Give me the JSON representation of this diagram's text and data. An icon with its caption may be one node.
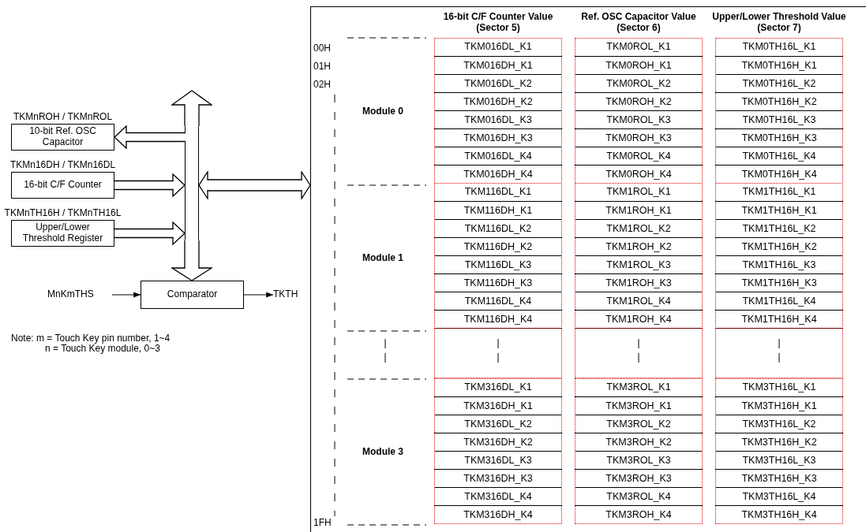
{
  "diagram": {
    "nodes": [
      {
        "text": [
          "10-bit Ref. OSC Capacitor"
        ],
        "beside": [
          "TKMnROH / TKMnROL"
        ]
      },
      {
        "text": [
          "16-bit C/F Counter"
        ],
        "beside": [
          "TKMn16DH / TKMn16DL"
        ]
      },
      {
        "text": [
          "Upper/Lower Threshold Register"
        ],
        "beside": [
          "TKMnTH16H / TKMnTH16L"
        ]
      },
      {
        "text": [],
        "shape": "bar"
      },
      {
        "text": [
          "Comparator"
        ]
      },
      {
        "text": [
          "MnKmTHS"
        ]
      },
      {
        "text": [
          "TKTH"
        ]
      },
      {
        "text": [],
        "shape": "box"
      }
    ],
    "edges": [
      {
        "from": 3,
        "to": 0,
        "arrow": "to"
      },
      {
        "from": 1,
        "to": 3,
        "arrow": "to"
      },
      {
        "from": 2,
        "to": 3,
        "arrow": "to"
      },
      {
        "from": 3,
        "to": 7,
        "arrow": "both"
      },
      {
        "from": 3,
        "to": 4,
        "arrow": "to"
      },
      {
        "from": 5,
        "to": 4,
        "arrow": "to"
      },
      {
        "from": 4,
        "to": 6,
        "arrow": "to"
      },
      {
        "from": 3,
        "to": null,
        "arrow": "to"
      }
    ],
    "labels": [
      "16-bit C/F Counter Value (Sector 5)",
      "Ref. OSC Capacitor Value (Sector 6)",
      "Upper/Lower Threshold Value (Sector 7)",
      "00H",
      "01H",
      "02H",
      "Module 0",
      "Module 1",
      "Module 3",
      "1FH",
      "TKM016DL_K1",
      "TKM0ROL_K1",
      "TKM0TH16L_K1",
      "TKM016DH_K1",
      "TKM0ROH_K1",
      "TKM0TH16H_K1",
      "TKM016DL_K2",
      "TKM0ROL_K2",
      "TKM0TH16L_K2",
      "TKM016DH_K2",
      "TKM0ROH_K2",
      "TKM0TH16H_K2",
      "TKM016DL_K3",
      "TKM0ROL_K3",
      "TKM0TH16L_K3",
      "TKM016DH_K3",
      "TKM0ROH_K3",
      "TKM0TH16H_K3",
      "TKM016DL_K4",
      "TKM0ROL_K4",
      "TKM0TH16L_K4",
      "TKM016DH_K4",
      "TKM0ROH_K4",
      "TKM0TH16H_K4",
      "TKM116DL_K1",
      "TKM1ROL_K1",
      "TKM1TH16L_K1",
      "TKM116DH_K1",
      "TKM1ROH_K1",
      "TKM1TH16H_K1",
      "TKM116DL_K2",
      "TKM1ROL_K2",
      "TKM1TH16L_K2",
      "TKM116DH_K2",
      "TKM1ROH_K2",
      "TKM1TH16H_K2",
      "TKM116DL_K3",
      "TKM1ROL_K3",
      "TKM1TH16L_K3",
      "TKM116DH_K3",
      "TKM1ROH_K3",
      "TKM1TH16H_K3",
      "TKM116DL_K4",
      "TKM1ROL_K4",
      "TKM1TH16L_K4",
      "TKM116DH_K4",
      "TKM1ROH_K4",
      "TKM1TH16H_K4",
      "TKM316DL_K1",
      "TKM3ROL_K1",
      "TKM3TH16L_K1",
      "TKM316DH_K1",
      "TKM3ROH_K1",
      "TKM3TH16H_K1",
      "TKM316DL_K2",
      "TKM3ROL_K2",
      "TKM3TH16L_K2",
      "TKM316DH_K2",
      "TKM3ROH_K2",
      "TKM3TH16H_K2",
      "TKM316DL_K3",
      "TKM3ROL_K3",
      "TKM3TH16L_K3",
      "TKM316DH_K3",
      "TKM3ROH_K3",
      "TKM3TH16H_K3",
      "TKM316DL_K4",
      "TKM3ROL_K4",
      "TKM3TH16L_K4",
      "TKM316DH_K4",
      "TKM3ROH_K4",
      "TKM3TH16H_K4",
      "Note: m = Touch Key pin number, 1~4",
      "n = Touch Key module, 0~3"
    ]
  }
}
